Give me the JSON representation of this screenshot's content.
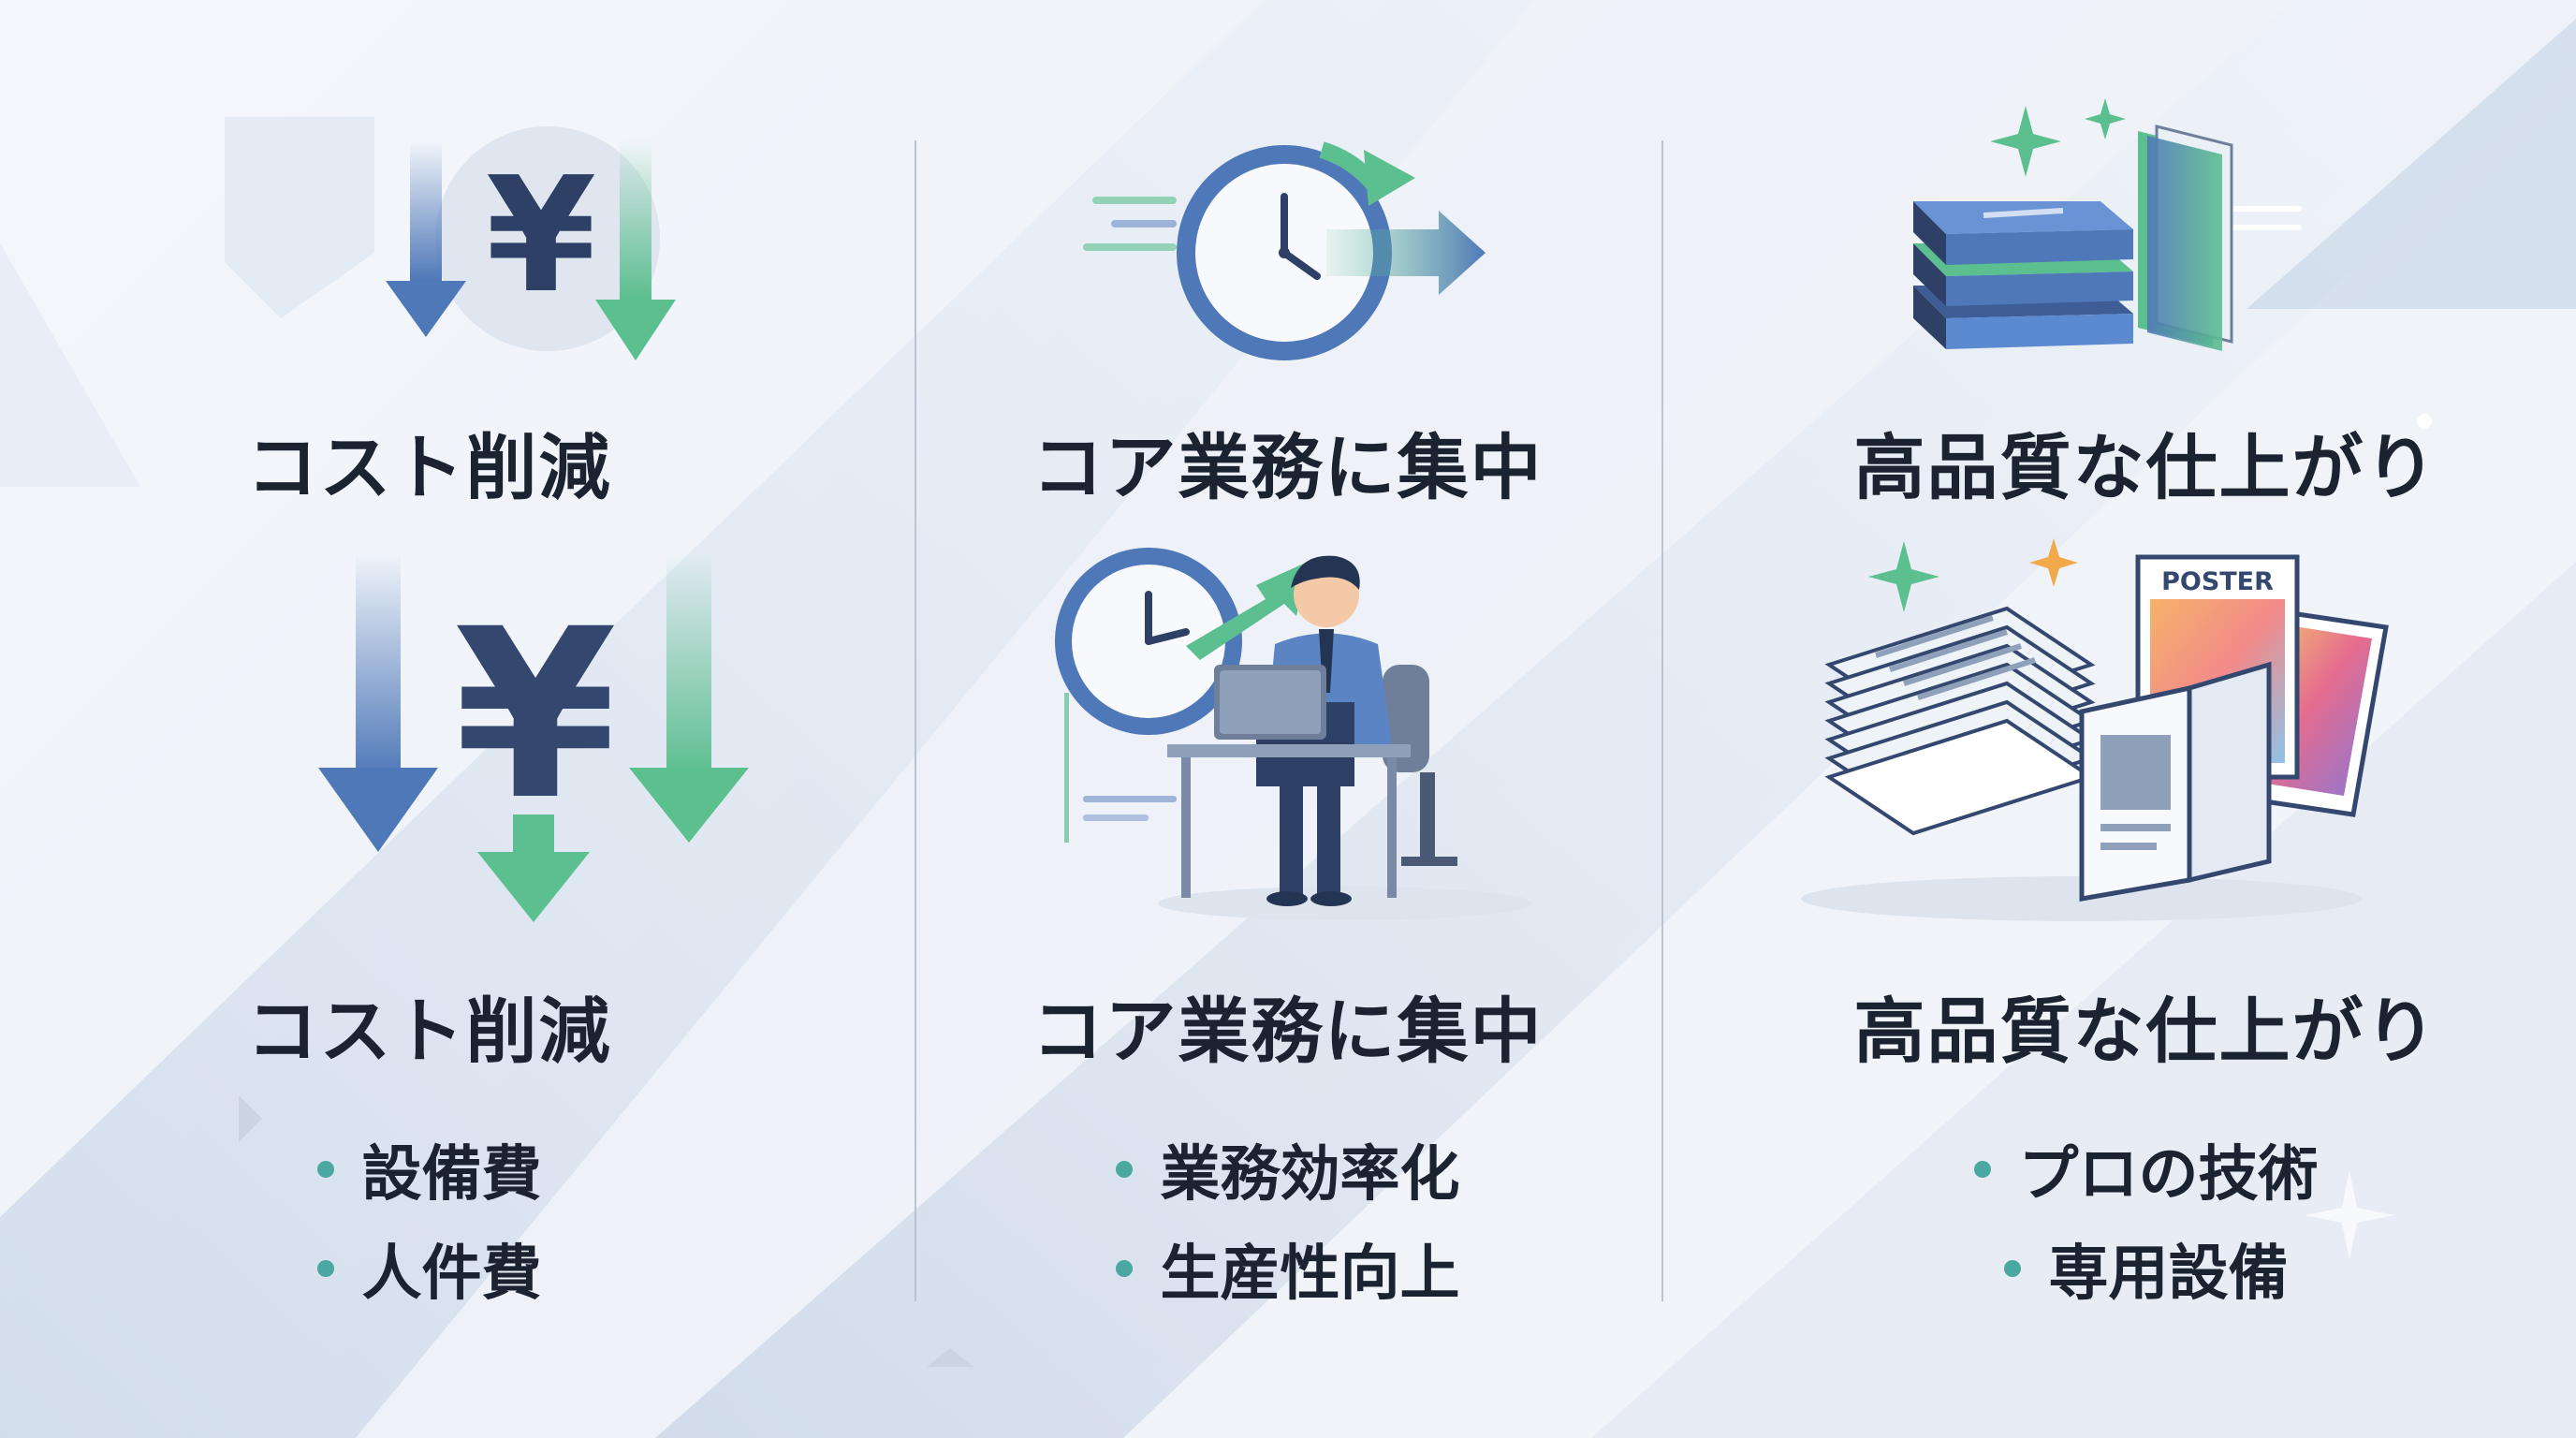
{
  "columns": [
    {
      "id": "cost",
      "title_top": "コスト削減",
      "title_bottom": "コスト削減",
      "bullets": [
        "設備費",
        "人件費"
      ],
      "icons": [
        "yen-arrows-icon",
        "yen-arrows-large-icon"
      ]
    },
    {
      "id": "core",
      "title_top": "コア業務に集中",
      "title_bottom": "コア業務に集中",
      "bullets": [
        "業務効率化",
        "生産性向上"
      ],
      "icons": [
        "clock-arrow-icon",
        "worker-at-desk-icon"
      ]
    },
    {
      "id": "quality",
      "title_top": "高品質な仕上がり",
      "title_bottom": "高品質な仕上がり",
      "bullets": [
        "プロの技術",
        "専用設備"
      ],
      "icons": [
        "book-stack-icon",
        "printed-materials-icon"
      ],
      "poster_label": "POSTER"
    }
  ],
  "colors": {
    "accent_blue": "#4f78b8",
    "accent_green": "#5cbf8f",
    "navy": "#34476f",
    "bullet_dot": "#4aa8a0",
    "text": "#1b2230"
  }
}
